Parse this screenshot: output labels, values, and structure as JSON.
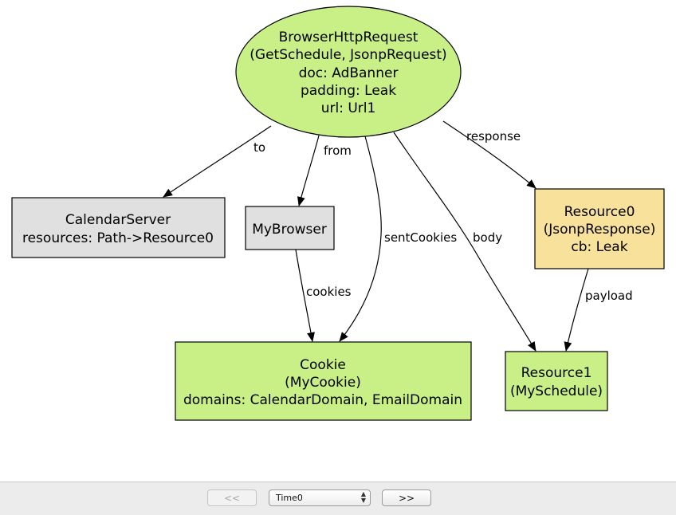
{
  "diagram": {
    "nodes": [
      {
        "id": "browser-http-request",
        "shape": "ellipse",
        "fill": "#c9ef87",
        "lines": [
          "BrowserHttpRequest",
          "(GetSchedule, JsonpRequest)",
          "doc: AdBanner",
          "padding: Leak",
          "url: Url1"
        ]
      },
      {
        "id": "calendar-server",
        "shape": "box",
        "fill": "#e0e0e0",
        "lines": [
          "CalendarServer",
          "resources: Path->Resource0"
        ]
      },
      {
        "id": "my-browser",
        "shape": "box",
        "fill": "#e0e0e0",
        "lines": [
          "MyBrowser"
        ]
      },
      {
        "id": "resource0",
        "shape": "box",
        "fill": "#f8e19b",
        "lines": [
          "Resource0",
          "(JsonpResponse)",
          "cb: Leak"
        ]
      },
      {
        "id": "cookie",
        "shape": "box",
        "fill": "#c9ef87",
        "lines": [
          "Cookie",
          "(MyCookie)",
          "domains: CalendarDomain, EmailDomain"
        ]
      },
      {
        "id": "resource1",
        "shape": "box",
        "fill": "#c9ef87",
        "lines": [
          "Resource1",
          "(MySchedule)"
        ]
      }
    ],
    "edges": [
      {
        "id": "to",
        "from": "browser-http-request",
        "to": "calendar-server",
        "label": "to"
      },
      {
        "id": "from",
        "from": "browser-http-request",
        "to": "my-browser",
        "label": "from"
      },
      {
        "id": "sentCookies",
        "from": "browser-http-request",
        "to": "cookie",
        "label": "sentCookies"
      },
      {
        "id": "body",
        "from": "browser-http-request",
        "to": "resource1",
        "label": "body"
      },
      {
        "id": "response",
        "from": "browser-http-request",
        "to": "resource0",
        "label": "response"
      },
      {
        "id": "cookies",
        "from": "my-browser",
        "to": "cookie",
        "label": "cookies"
      },
      {
        "id": "payload",
        "from": "resource0",
        "to": "resource1",
        "label": "payload"
      }
    ]
  },
  "toolbar": {
    "prev_label": "<<",
    "prev_enabled": false,
    "time_value": "Time0",
    "next_label": ">>",
    "next_enabled": true
  }
}
